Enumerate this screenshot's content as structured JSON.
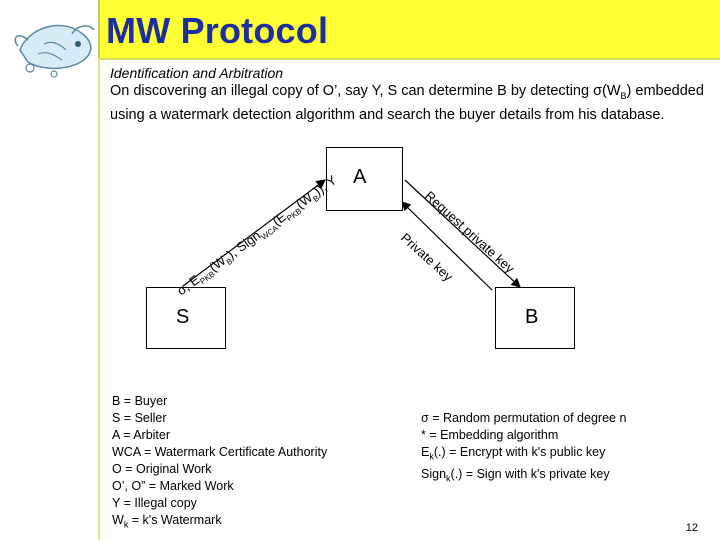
{
  "slide": {
    "title": "MW Protocol",
    "subheading": "Identification and Arbitration",
    "body": "On discovering an illegal copy of O’, say Y, S can determine B by detecting σ(W",
    "body_sub": "B",
    "body_rest": ") embedded using a watermark detection algorithm and search the buyer details from his database.",
    "page_number": "12"
  },
  "diagram": {
    "node_a": "A",
    "node_s": "S",
    "node_b": "B",
    "edge_s_a": {
      "p1": "σ, E",
      "s1": "PKB",
      "p2": "(W",
      "s2": "B",
      "p3": "), Sign",
      "s3": "WCA",
      "p4": "(E",
      "s4": "PKB",
      "p5": "(W",
      "s5": "B",
      "p6": ")), Y"
    },
    "edge_a_b": "Request private key",
    "edge_b_a": "Private key"
  },
  "legend_left": [
    "B = Buyer",
    "S = Seller",
    "A = Arbiter",
    "WCA = Watermark Certificate Authority",
    "O = Original Work",
    "O’, O” = Marked Work",
    "Y = Illegal copy"
  ],
  "legend_left_last": {
    "pre": "W",
    "sub": "k",
    "post": " = k's Watermark"
  },
  "legend_right": [
    {
      "pre": "σ = Random permutation of degree n",
      "sub": "",
      "post": ""
    },
    {
      "pre": "* = Embedding algorithm",
      "sub": "",
      "post": ""
    },
    {
      "pre": "E",
      "sub": "k",
      "post": "(.) = Encrypt with k's public key"
    },
    {
      "pre": "Sign",
      "sub": "k",
      "post": "(.) = Sign with k's private key"
    }
  ],
  "colors": {
    "title_band": "#ffff33",
    "title_text": "#1d2fa0"
  },
  "icons": [
    "fish-logo-icon"
  ]
}
